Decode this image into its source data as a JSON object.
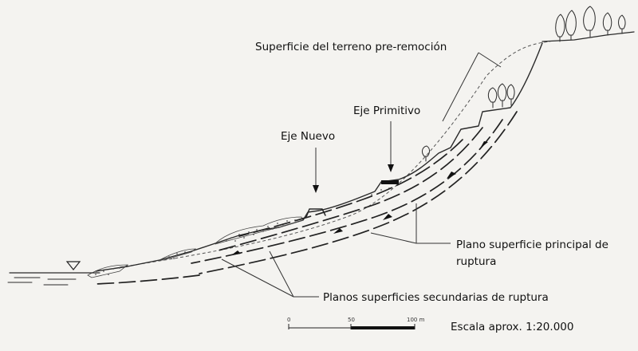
{
  "labels": {
    "pre_surface": "Superficie del terreno pre-remoción",
    "eje_primitivo": "Eje Primitivo",
    "eje_nuevo": "Eje Nuevo",
    "main_plane_line1": "Plano superficie principal de",
    "main_plane_line2": "ruptura",
    "secondary_planes": "Planos superficies secundarias de ruptura",
    "scale_text": "Escala aprox. 1:20.000"
  },
  "scale_bar": {
    "ticks": [
      "0",
      "50",
      "100 m"
    ]
  },
  "colors": {
    "background": "#f4f3f0",
    "ink": "#222222"
  }
}
